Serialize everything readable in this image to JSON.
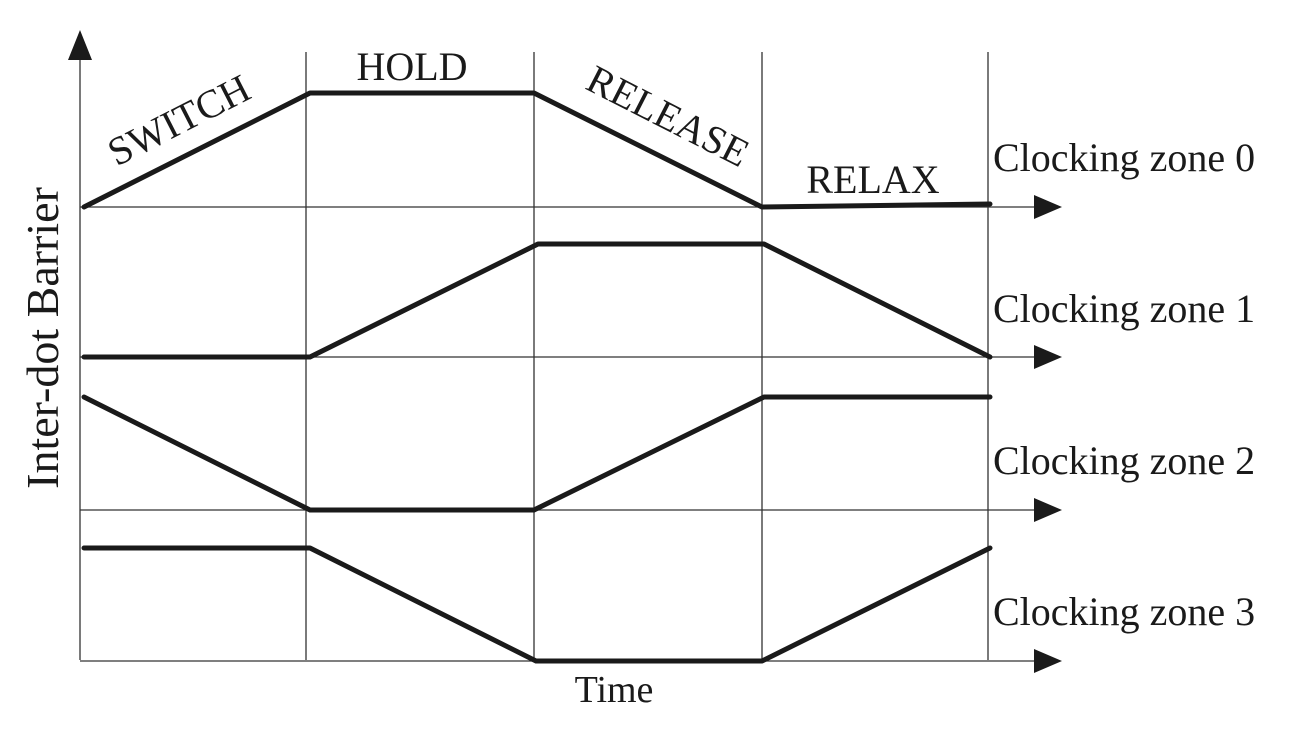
{
  "diagram": {
    "y_axis_label": "Inter-dot Barrier",
    "x_axis_label": "Time",
    "phases": [
      "SWITCH",
      "HOLD",
      "RELEASE",
      "RELAX"
    ],
    "zones": [
      {
        "label": "Clocking zone 0",
        "sequence": [
          "SWITCH",
          "HOLD",
          "RELEASE",
          "RELAX"
        ]
      },
      {
        "label": "Clocking zone 1",
        "sequence": [
          "RELAX",
          "SWITCH",
          "HOLD",
          "RELEASE"
        ]
      },
      {
        "label": "Clocking zone 2",
        "sequence": [
          "RELEASE",
          "RELAX",
          "SWITCH",
          "HOLD"
        ]
      },
      {
        "label": "Clocking zone 3",
        "sequence": [
          "HOLD",
          "RELEASE",
          "RELAX",
          "SWITCH"
        ]
      }
    ],
    "colors": {
      "line": "#1a1a1a",
      "grid": "#333333",
      "background": "#ffffff"
    }
  }
}
